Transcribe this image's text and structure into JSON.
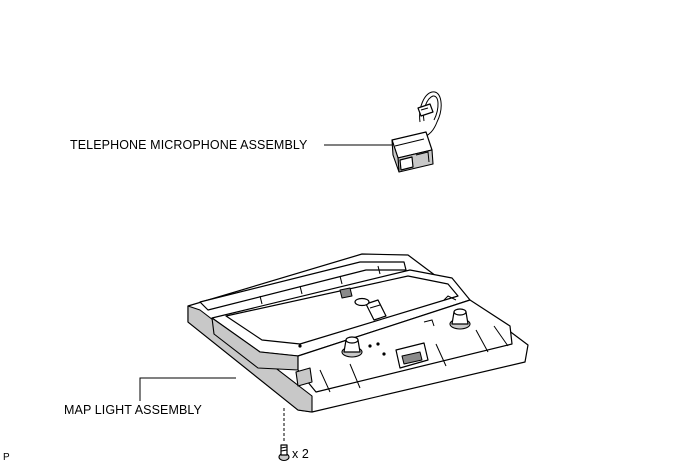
{
  "labels": {
    "telephone_microphone": "TELEPHONE MICROPHONE ASSEMBLY",
    "map_light": "MAP LIGHT ASSEMBLY",
    "screw_quantity": "x 2",
    "corner_code": "P"
  }
}
